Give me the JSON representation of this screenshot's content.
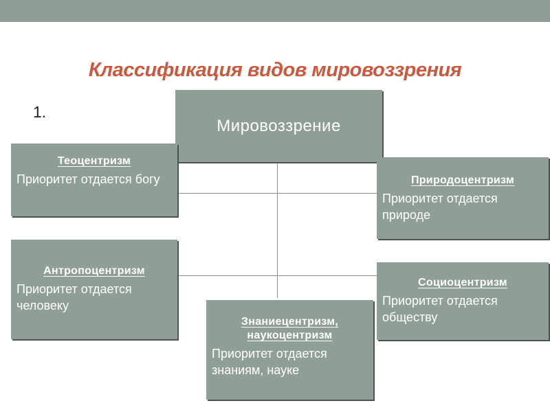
{
  "slide": {
    "title": "Классификация видов мировоззрения",
    "numbering": "1.",
    "colors": {
      "band": "#909f96",
      "title": "#c95a3f",
      "box_fill": "#909f96",
      "box_text": "#ffffff",
      "connector": "#8c8c8c"
    }
  },
  "diagram": {
    "root": "Мировоззрение",
    "nodes": [
      {
        "id": "theocentrism",
        "title": "Теоцентризм",
        "description": "Приоритет отдается богу"
      },
      {
        "id": "naturocentrism",
        "title": "Природоцентризм",
        "description": "Приоритет отдается природе"
      },
      {
        "id": "anthropocentrism",
        "title": "Антропоцентризм",
        "description": "Приоритет отдается человеку"
      },
      {
        "id": "sociocentrism",
        "title": "Социоцентризм",
        "description": "Приоритет отдается обществу"
      },
      {
        "id": "scientocentrism",
        "title": "Знаниецентризм, наукоцентризм",
        "description": "Приоритет отдается знаниям, науке"
      }
    ]
  }
}
